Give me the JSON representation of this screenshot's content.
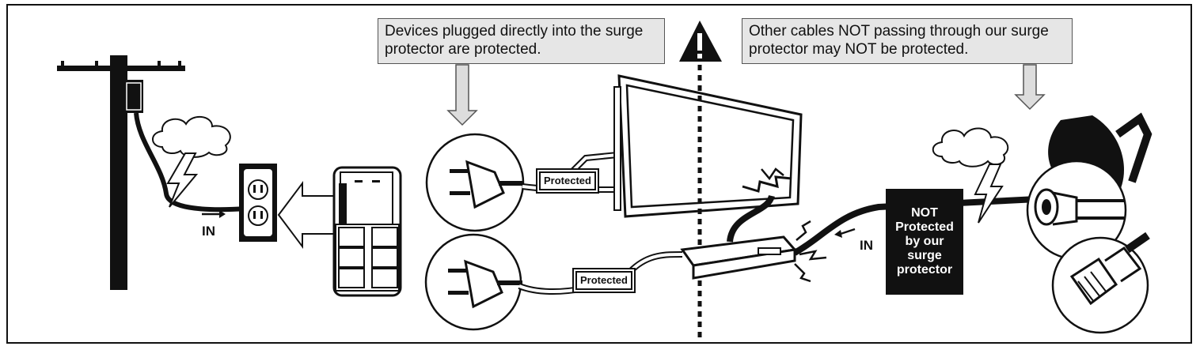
{
  "callouts": {
    "protected_note": "Devices plugged directly into the surge protector are protected.",
    "unprotected_note": "Other cables NOT passing through our surge protector may NOT be protected."
  },
  "labels": {
    "protected_1": "Protected",
    "protected_2": "Protected",
    "not_protected": "NOT\nProtected\nby our\nsurge\nprotector",
    "in_left": "IN",
    "in_right": "IN"
  },
  "colors": {
    "ink": "#111111",
    "callout_fill": "#e6e6e6",
    "arrow_fill": "#dddddd"
  },
  "icons": [
    "utility-pole-icon",
    "cloud-icon",
    "lightning-icon",
    "wall-outlet-icon",
    "surge-protector-icon",
    "power-plug-icon",
    "tv-monitor-icon",
    "cable-box-icon",
    "satellite-dish-icon",
    "coax-connector-icon",
    "ethernet-plug-icon",
    "warning-icon"
  ]
}
